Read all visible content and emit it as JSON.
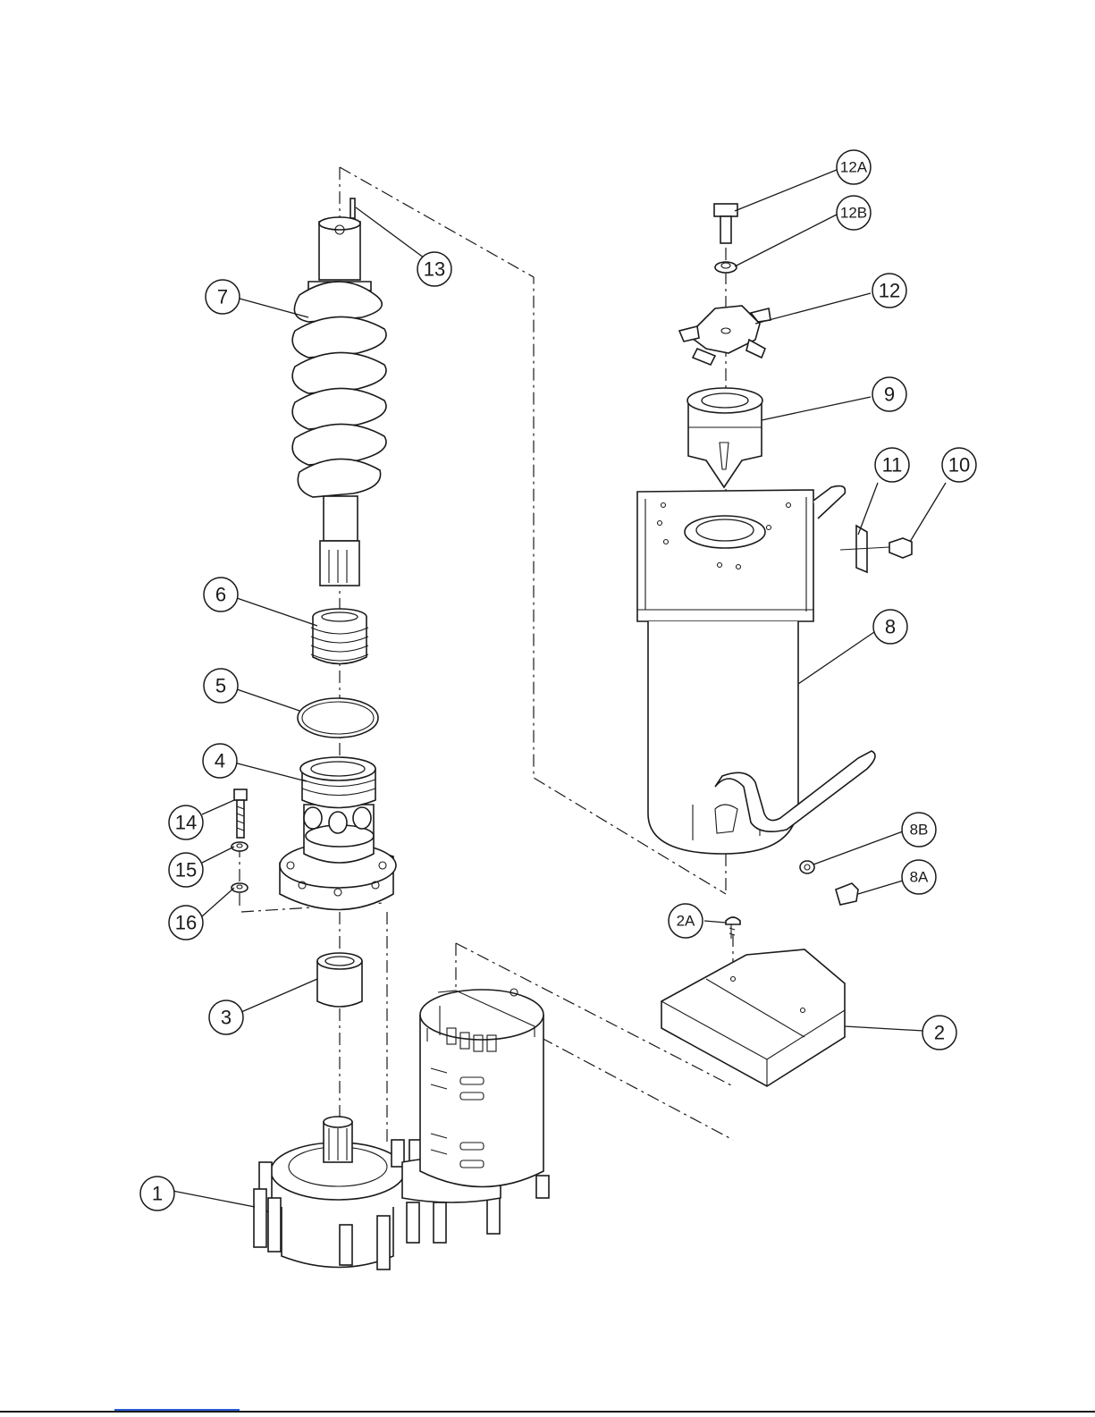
{
  "callouts": [
    {
      "label": "12A"
    },
    {
      "label": "12B"
    },
    {
      "label": "13"
    },
    {
      "label": "12"
    },
    {
      "label": "7"
    },
    {
      "label": "9"
    },
    {
      "label": "11"
    },
    {
      "label": "10"
    },
    {
      "label": "6"
    },
    {
      "label": "8"
    },
    {
      "label": "5"
    },
    {
      "label": "4"
    },
    {
      "label": "14"
    },
    {
      "label": "8B"
    },
    {
      "label": "15"
    },
    {
      "label": "8A"
    },
    {
      "label": "16"
    },
    {
      "label": "2A"
    },
    {
      "label": "3"
    },
    {
      "label": "2"
    },
    {
      "label": "1"
    }
  ]
}
